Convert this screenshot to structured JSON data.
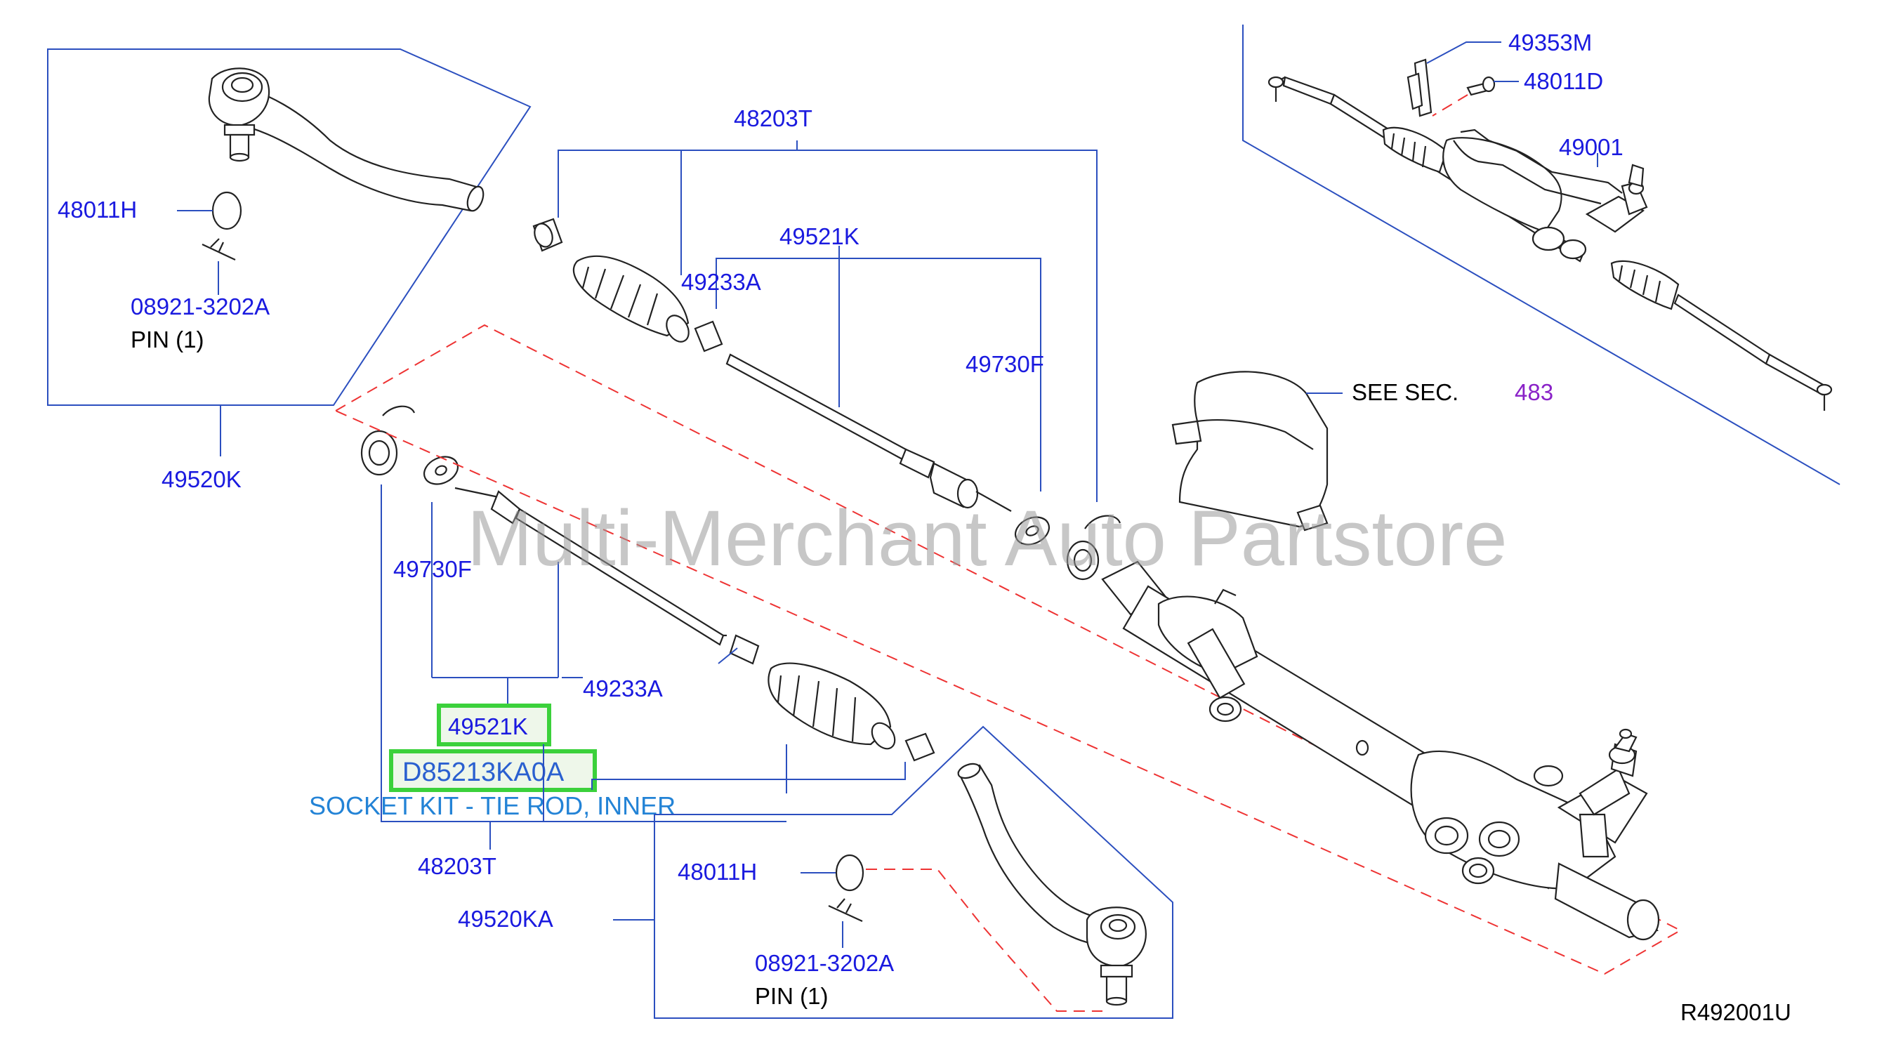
{
  "labels": {
    "p48203t_top": "48203T",
    "p49521k_top": "49521K",
    "p49233a_top": "49233A",
    "p49730f_top": "49730F",
    "p48011h_top": "48011H",
    "p08921_top": "08921-3202A",
    "pin_top": "PIN   (1)",
    "p49520k": "49520K",
    "p49730f_mid": "49730F",
    "p49233a_mid": "49233A",
    "p49521k_highlight": "49521K",
    "d85213ka0a": "D85213KA0A",
    "socket_kit": "SOCKET KIT - TIE ROD, INNER",
    "p48203t_bottom": "48203T",
    "p49520ka": "49520KA",
    "p48011h_bottom": "48011H",
    "p08921_bottom": "08921-3202A",
    "pin_bottom": "PIN   (1)",
    "p49353m": "49353M",
    "p48011d": "48011D",
    "p49001": "49001",
    "see_sec": "SEE   SEC.",
    "sec_number": "483",
    "ref_code": "R492001U"
  },
  "watermark": "Multi-Merchant Auto Partstore",
  "colors": {
    "label": "#1a1adf",
    "leader": "#2b4fbf",
    "dashed": "#e33333",
    "highlight_border": "#3bd13b",
    "link": "#2383d6",
    "section_ref": "#8a22c8"
  }
}
